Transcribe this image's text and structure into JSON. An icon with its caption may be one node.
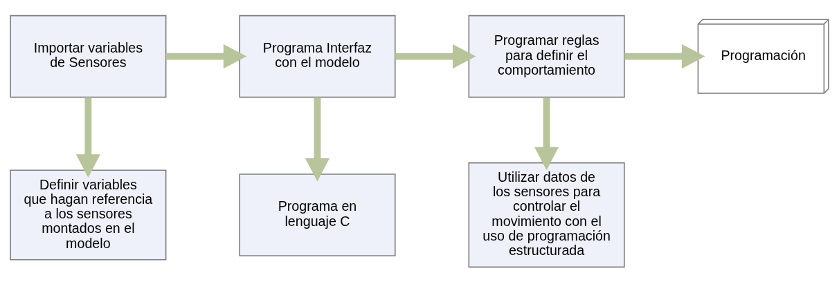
{
  "diagram": {
    "nodes": [
      {
        "text": [
          "Importar variables de Sensores"
        ]
      },
      {
        "text": [
          "Programa Interfaz con el modelo"
        ]
      },
      {
        "text": [
          "Programar reglas para definir el comportamiento"
        ]
      },
      {
        "text": [
          "Programación"
        ]
      },
      {
        "text": [
          "Definir variables que hagan referencia a los sensores montados en el modelo"
        ]
      },
      {
        "text": [
          "Programa en lenguaje C"
        ]
      },
      {
        "text": [
          "Utilizar datos de los sensores para controlar el movimiento con el uso de programación estructurada"
        ]
      }
    ],
    "edges": [
      {
        "from": 0,
        "to": 1,
        "arrow": "to"
      },
      {
        "from": 1,
        "to": 2,
        "arrow": "to"
      },
      {
        "from": 2,
        "to": 3,
        "arrow": "to"
      },
      {
        "from": 0,
        "to": 4,
        "arrow": "to"
      },
      {
        "from": 1,
        "to": 5,
        "arrow": "to"
      },
      {
        "from": 2,
        "to": 6,
        "arrow": "to"
      }
    ]
  }
}
